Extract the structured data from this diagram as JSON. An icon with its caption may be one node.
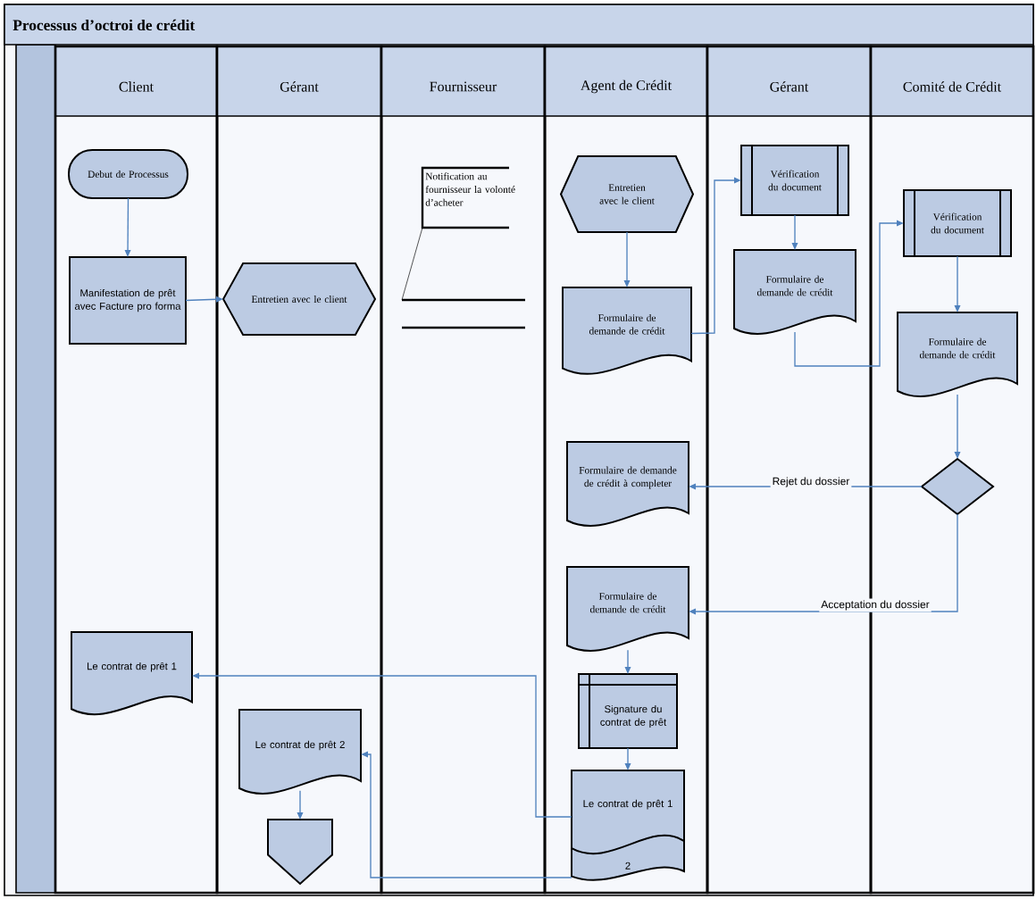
{
  "diagram": {
    "title": "Processus d’octroi de crédit",
    "nodes": [
      {
        "text": [
          "Client"
        ]
      },
      {
        "text": [
          "Gérant"
        ]
      },
      {
        "text": [
          "Fournisseur"
        ]
      },
      {
        "text": [
          "Agent de Crédit"
        ]
      },
      {
        "text": [
          "Gérant"
        ]
      },
      {
        "text": [
          "Comité de Crédit"
        ]
      },
      {
        "text": [
          "Debut de Processus"
        ],
        "in": 0
      },
      {
        "text": [
          "Manifestation de prêt avec Facture pro forma"
        ],
        "in": 0
      },
      {
        "text": [
          "Entretien avec le client"
        ],
        "in": 1
      },
      {
        "text": [
          "Notification au fournisseur la volonté d’acheter"
        ],
        "in": 2
      },
      {
        "text": [],
        "shape": "lines",
        "in": 2
      },
      {
        "text": [
          "Entretien avec le client"
        ],
        "in": 3
      },
      {
        "text": [
          "Formulaire de demande de crédit"
        ],
        "in": 3
      },
      {
        "text": [
          "Vérification du document"
        ],
        "in": 4
      },
      {
        "text": [
          "Formulaire de demande de crédit"
        ],
        "in": 4
      },
      {
        "text": [
          "Vérification du document"
        ],
        "in": 5
      },
      {
        "text": [
          "Formulaire de demande de crédit"
        ],
        "in": 5
      },
      {
        "text": [],
        "shape": "diamond",
        "in": 5
      },
      {
        "text": [
          "Formulaire de demande de crédit à completer"
        ],
        "in": 3
      },
      {
        "text": [
          "Formulaire de demande de crédit"
        ],
        "in": 3
      },
      {
        "text": [
          "Signature du contrat de prêt"
        ],
        "in": 3
      },
      {
        "text": [
          "Le contrat de prêt 1",
          "2"
        ],
        "in": 3
      },
      {
        "text": [
          "Le contrat de prêt 1"
        ],
        "in": 0
      },
      {
        "text": [
          "Le contrat de prêt 2"
        ],
        "in": 1
      },
      {
        "text": [],
        "shape": "pentagon",
        "in": 1
      }
    ],
    "edges": [
      {
        "from": 6,
        "to": 7,
        "arrow": "to"
      },
      {
        "from": 7,
        "to": 8,
        "arrow": "to"
      },
      {
        "from": 9,
        "to": 10,
        "arrow": "none",
        "color": "#000000"
      },
      {
        "from": 11,
        "to": 12,
        "arrow": "to"
      },
      {
        "from": 12,
        "to": 13,
        "arrow": "to"
      },
      {
        "from": 13,
        "to": 14,
        "arrow": "to"
      },
      {
        "from": 14,
        "to": 15,
        "arrow": "to"
      },
      {
        "from": 15,
        "to": 16,
        "arrow": "to"
      },
      {
        "from": 16,
        "to": 17,
        "arrow": "to"
      },
      {
        "from": 17,
        "to": 18,
        "arrow": "to",
        "label": "Rejet du dossier"
      },
      {
        "from": 17,
        "to": 19,
        "arrow": "to",
        "label": "Acceptation du dossier"
      },
      {
        "from": 19,
        "to": 20,
        "arrow": "to"
      },
      {
        "from": 20,
        "to": 21,
        "arrow": "to"
      },
      {
        "from": 21,
        "to": 22,
        "arrow": "to"
      },
      {
        "from": 21,
        "to": 23,
        "arrow": "to"
      },
      {
        "from": 23,
        "to": 24,
        "arrow": "to"
      }
    ]
  }
}
